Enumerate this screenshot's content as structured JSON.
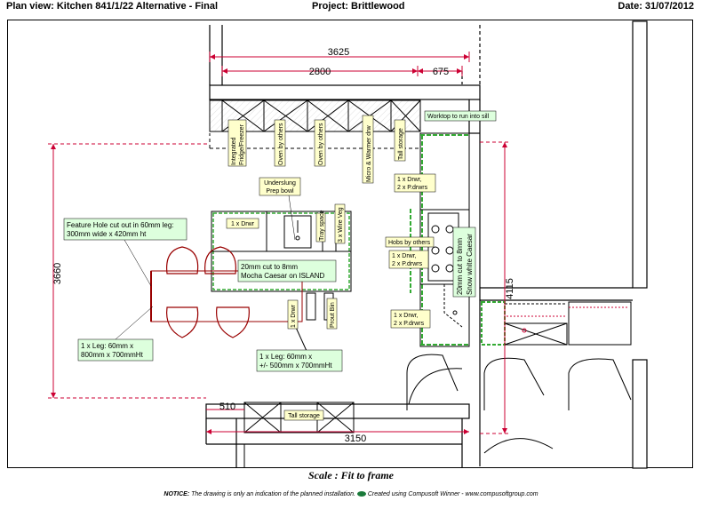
{
  "header": {
    "plan_view": "Plan view:  Kitchen 841/1/22 Alternative - Final",
    "project": "Project: Brittlewood",
    "date": "Date: 31/07/2012"
  },
  "dimensions": {
    "top_total": "3625",
    "top_left": "2800",
    "top_right": "675",
    "left_height": "3660",
    "right_height": "4115",
    "bottom_width": "3150",
    "bottom_small": "510"
  },
  "wall_units": {
    "fridge_line1": "Integrated",
    "fridge_line2": "Fridge/Freezer",
    "oven1": "Oven by others",
    "oven2": "Oven by others",
    "micro": "Micro & Warmer drw",
    "tall": "Tall storage"
  },
  "labels": {
    "worktop": "Worktop to run into sill",
    "underslung_1": "Underslung",
    "underslung_2": "Prep bowl",
    "drwr_island": "1 x Drwr",
    "tray_space": "Tray space",
    "wire_veg": "3 x Wire Veg",
    "drwr_right1_a": "1 x Drwr,",
    "drwr_right1_b": "2 x P.drwrs",
    "hobs": "Hobs by others",
    "drwr_right2_a": "1 x Drwr,",
    "drwr_right2_b": "2 x P.drwrs",
    "drwr_right3_a": "1 x Drwr,",
    "drwr_right3_b": "2 x P.drwrs",
    "caesar_right_a": "20mm cut to 8mm",
    "caesar_right_b": "Snow white Caesar",
    "feature_a": "Feature Hole cut out in 60mm leg:",
    "feature_b": "300mm wide x 420mm ht",
    "island_top_a": "20mm cut to 8mm",
    "island_top_b": "Mocha Caesar on ISLAND",
    "drwr_v": "1 x Drwr",
    "prout_bin": "Prout Bin",
    "leg1_a": "1 x Leg: 60mm x",
    "leg1_b": "800mm x 700mmHt",
    "leg2_a": "1 x Leg: 60mm x",
    "leg2_b": "+/- 500mm x 700mmHt",
    "tall_bottom": "Tall storage"
  },
  "footer": {
    "scale": "Scale : Fit to frame",
    "notice_bold": "NOTICE:",
    "notice_text": " The drawing is only an indication of the planned installation.",
    "notice_created": " Created using Compusoft Winner - www.compusoftgroup.com"
  },
  "colors": {
    "dimension": "#cc0033",
    "label_bg": "#ffffcc",
    "label_bg_green": "#ddffdd",
    "worktop_green": "#33aa33",
    "stool": "#990000"
  }
}
